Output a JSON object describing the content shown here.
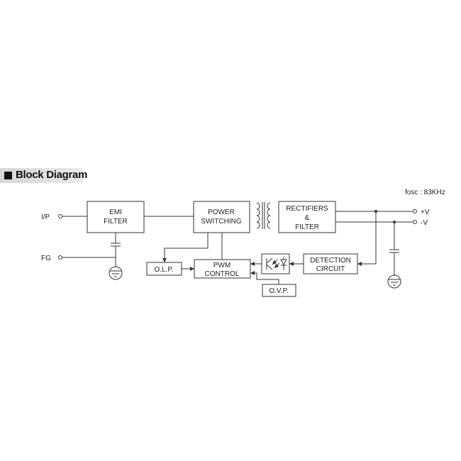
{
  "header": {
    "title": "Block Diagram"
  },
  "annotation": {
    "fosc": "fosc : 83KHz"
  },
  "terminals": {
    "ip": "I/P",
    "fg": "FG",
    "pos": "+V",
    "neg": "-V"
  },
  "blocks": {
    "emi_filter": [
      "EMI",
      "FILTER"
    ],
    "power_switching": [
      "POWER",
      "SWITCHING"
    ],
    "rectifiers_filter": [
      "RECTIFIERS",
      "&",
      "FILTER"
    ],
    "detection_circuit": [
      "DETECTION",
      "CIRCUIT"
    ],
    "pwm_control": [
      "PWM",
      "CONTROL"
    ],
    "olp": "O.L.P.",
    "ovp": "O.V.P."
  }
}
